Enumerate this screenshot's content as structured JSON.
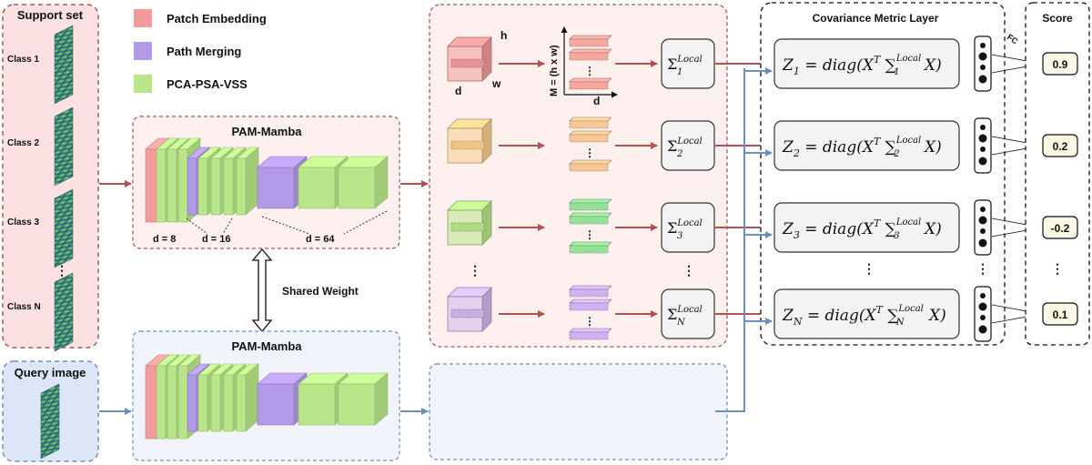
{
  "support_set": {
    "title": "Support set",
    "classes": [
      "Class 1",
      "Class 2",
      "Class 3",
      "Class N"
    ],
    "ellipsis": "⋮"
  },
  "query": {
    "title": "Query image"
  },
  "legend": [
    {
      "label": "Patch Embedding",
      "color": "#f29b9b"
    },
    {
      "label": "Path Merging",
      "color": "#b39ae6"
    },
    {
      "label": "PCA-PSA-VSS",
      "color": "#b9e68a"
    }
  ],
  "backbone": {
    "title": "PAM-Mamba",
    "dims": [
      "d = 8",
      "d = 16",
      "d = 64"
    ],
    "shared_weight": "Shared Weight"
  },
  "feature_box": {
    "h_label": "h",
    "w_label": "w",
    "d_label": "d",
    "d_label2": "d",
    "m_label": "M = (h x w)",
    "ellipsis": "⋮"
  },
  "sigma_labels": [
    {
      "sub": "1",
      "sup": "Local"
    },
    {
      "sub": "2",
      "sup": "Local"
    },
    {
      "sub": "3",
      "sup": "Local"
    },
    {
      "sub": "N",
      "sup": "Local"
    }
  ],
  "sigma_symbol": "Σ",
  "query_x": "X",
  "covariance": {
    "title": "Covariance Metric Layer",
    "fc_label": "FC",
    "rows": [
      {
        "z": "Z",
        "sub": "1",
        "rhs": "= diag(X",
        "sup": "T",
        "sum": "∑",
        "sumsub": "1",
        "sumsup": "Local",
        "tail": " X)"
      },
      {
        "z": "Z",
        "sub": "2",
        "rhs": "= diag(X",
        "sup": "T",
        "sum": "∑",
        "sumsub": "2",
        "sumsup": "Local",
        "tail": " X)"
      },
      {
        "z": "Z",
        "sub": "3",
        "rhs": "= diag(X",
        "sup": "T",
        "sum": "∑",
        "sumsub": "3",
        "sumsup": "Local",
        "tail": " X)"
      },
      {
        "z": "Z",
        "sub": "N",
        "rhs": "= diag(X",
        "sup": "T",
        "sum": "∑",
        "sumsub": "N",
        "sumsup": "Local",
        "tail": " X)"
      }
    ]
  },
  "score": {
    "title": "Score",
    "values": [
      "0.9",
      "0.2",
      "-0.2",
      "0.1"
    ]
  },
  "colors": {
    "red_arrow": "#b5504f",
    "blue_arrow": "#6d8fbd",
    "support_bg": "#fbe1e1",
    "query_bg": "#dde6f6",
    "patch_embed": "#f29b9b",
    "path_merge": "#b39ae6",
    "vss": "#b9e68a"
  }
}
